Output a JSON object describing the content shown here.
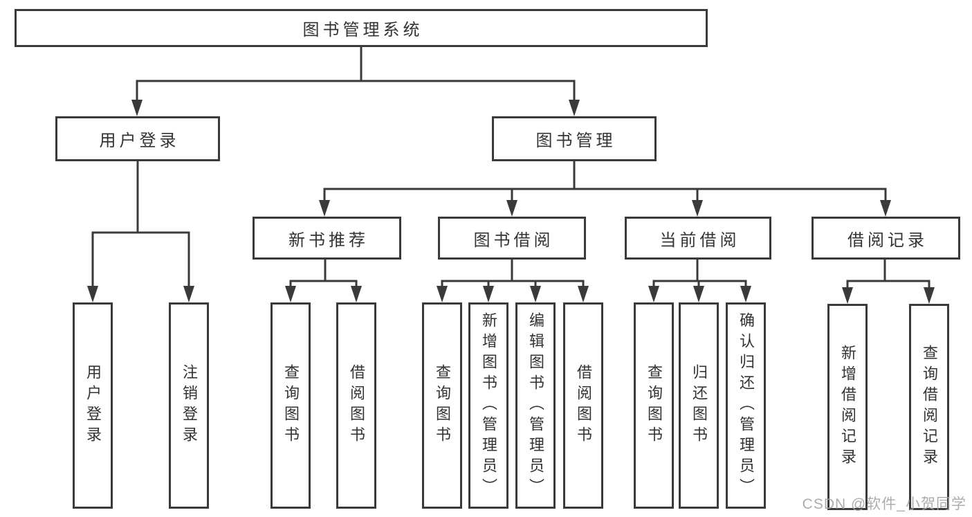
{
  "colors": {
    "background": "#ffffff",
    "line": "#3a3a3a",
    "box_border": "#3a3a3a",
    "text": "#333333",
    "watermark": "#a4a4a4"
  },
  "watermark": {
    "text": "CSDN @软件_小贺同学"
  },
  "tree": {
    "label": "图书管理系统",
    "children": [
      {
        "label": "用户登录",
        "children": [
          {
            "label": "用户登录"
          },
          {
            "label": "注销登录"
          }
        ]
      },
      {
        "label": "图书管理",
        "children": [
          {
            "label": "新书推荐",
            "children": [
              {
                "label": "查询图书"
              },
              {
                "label": "借阅图书"
              }
            ]
          },
          {
            "label": "图书借阅",
            "children": [
              {
                "label": "查询图书"
              },
              {
                "label": "新增图书（管理员）"
              },
              {
                "label": "编辑图书（管理员）"
              },
              {
                "label": "借阅图书"
              }
            ]
          },
          {
            "label": "当前借阅",
            "children": [
              {
                "label": "查询图书"
              },
              {
                "label": "归还图书"
              },
              {
                "label": "确认归还（管理员）"
              }
            ]
          },
          {
            "label": "借阅记录",
            "children": [
              {
                "label": "新增借阅记录"
              },
              {
                "label": "查询借阅记录"
              }
            ]
          }
        ]
      }
    ]
  }
}
